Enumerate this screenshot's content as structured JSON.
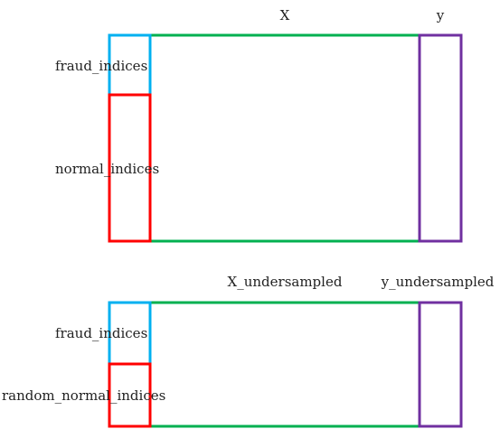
{
  "top_diagram": {
    "x_label": "X",
    "y_label": "y",
    "fraud_label": "fraud_indices",
    "normal_label": "normal_indices"
  },
  "bottom_diagram": {
    "x_label": "X_undersampled",
    "y_label": "y_undersampled",
    "fraud_label": "fraud_indices",
    "normal_label": "random_normal_indices"
  },
  "colors": {
    "x_block": "#00b050",
    "fraud_block": "#00b0f0",
    "normal_block": "#ff0000",
    "y_block": "#7030a0"
  }
}
